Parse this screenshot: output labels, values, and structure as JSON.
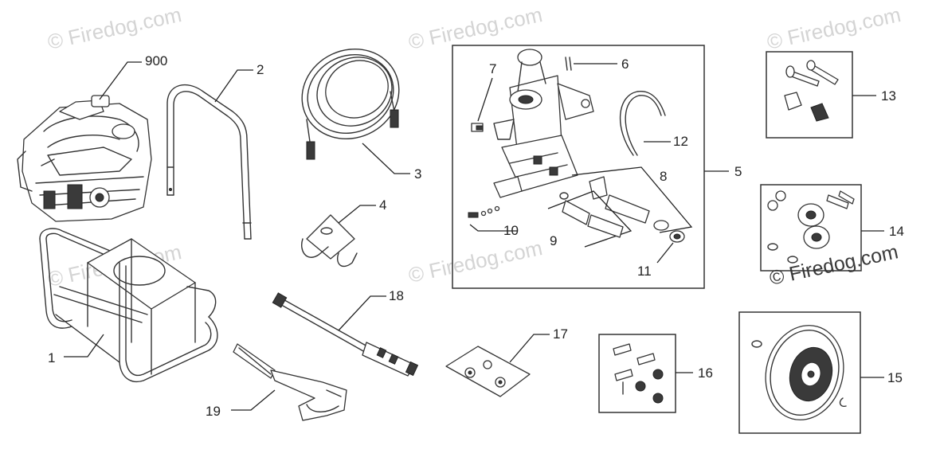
{
  "watermark": {
    "text": "© Firedog.com",
    "text_highlight": "© Firedog.com"
  },
  "labels": {
    "p900": "900",
    "p1": "1",
    "p2": "2",
    "p3": "3",
    "p4": "4",
    "p5": "5",
    "p6": "6",
    "p7": "7",
    "p8": "8",
    "p9": "9",
    "p10": "10",
    "p11": "11",
    "p12": "12",
    "p13": "13",
    "p14": "14",
    "p15": "15",
    "p16": "16",
    "p17": "17",
    "p18": "18",
    "p19": "19"
  },
  "colors": {
    "line": "#222222",
    "watermark": "#d4d4d4",
    "background": "#ffffff"
  }
}
